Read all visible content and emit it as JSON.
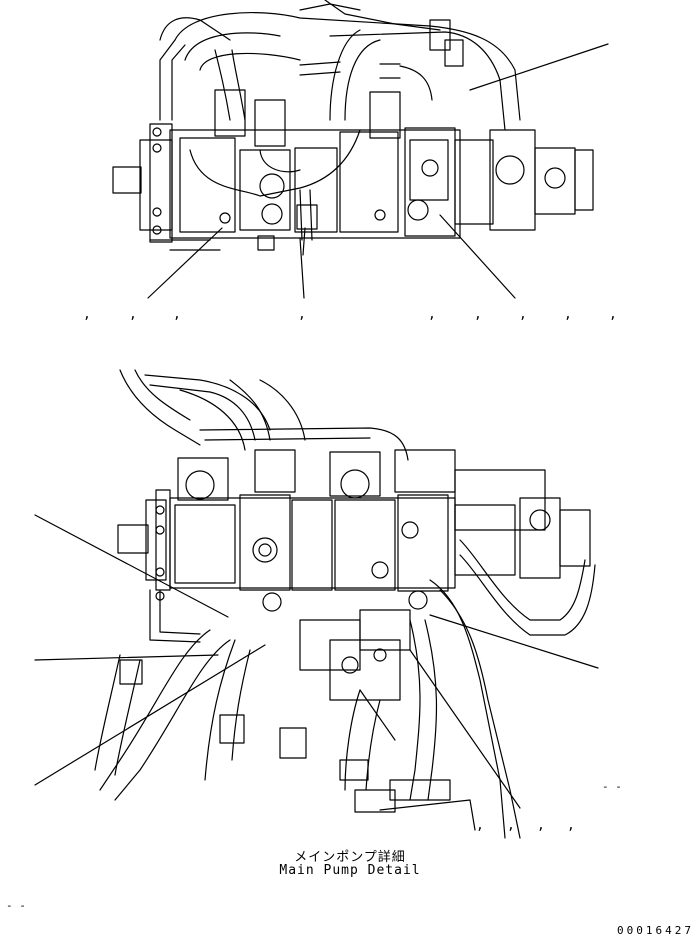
{
  "caption": {
    "jp": "メインポンプ詳細",
    "en": "Main Pump Detail"
  },
  "drawing_id": "00016427",
  "marks": {
    "comma": ",",
    "dash": "- -"
  }
}
